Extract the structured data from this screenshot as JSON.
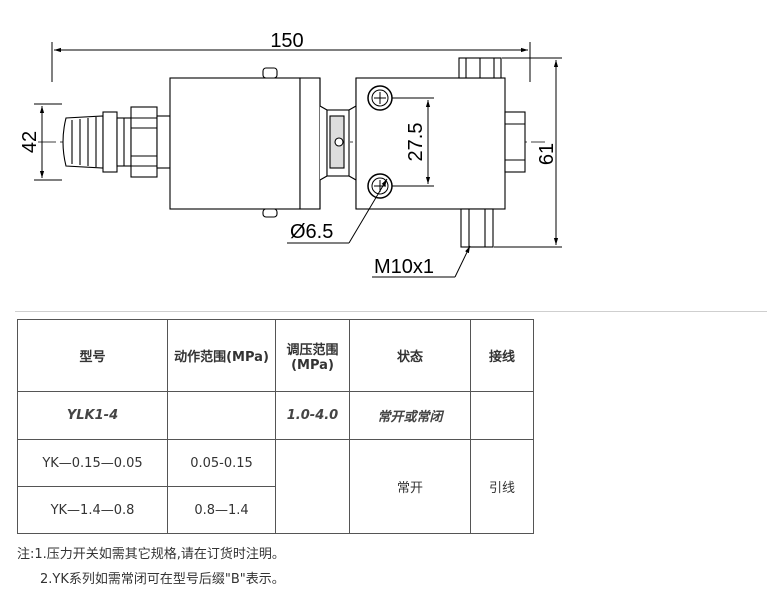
{
  "drawing": {
    "dim_length": "150",
    "dim_width": "42",
    "dim_spacing": "27.5",
    "dim_height": "61",
    "dim_hole": "Ø6.5",
    "dim_thread": "M10x1"
  },
  "table": {
    "headers": {
      "model": "型号",
      "action_range": "动作范围(MPa)",
      "adjust_range_line1": "调压范围",
      "adjust_range_line2": "(MPa)",
      "state": "状态",
      "wiring": "接线"
    },
    "rows": [
      {
        "model": "YLK1-4",
        "action_range": "",
        "adjust_range": "1.0-4.0",
        "state": "常开或常闭",
        "wiring": ""
      },
      {
        "model": "YK—0.15—0.05",
        "action_range": "0.05-0.15",
        "adjust_range": "",
        "state": "常开",
        "wiring": "引线"
      },
      {
        "model": "YK—1.4—0.8",
        "action_range": "0.8—1.4"
      }
    ]
  },
  "notes": {
    "line1": "注:1.压力开关如需其它规格,请在订货时注明。",
    "line2": "2.YK系列如需常闭可在型号后缀\"B\"表示。"
  }
}
